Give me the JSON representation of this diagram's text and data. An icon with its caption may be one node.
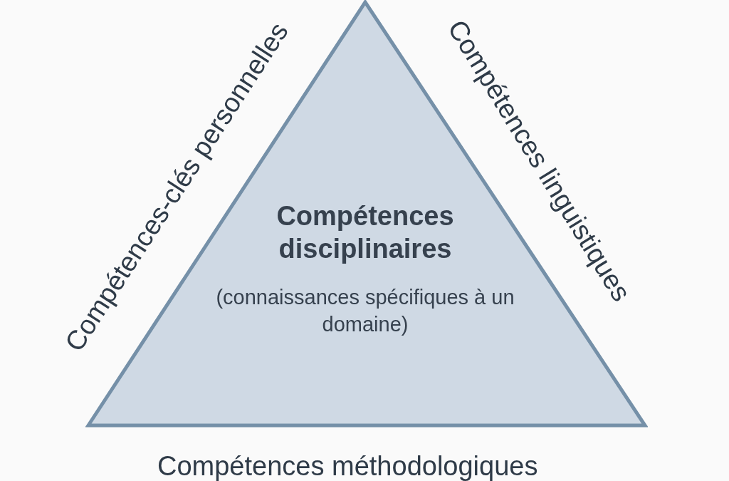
{
  "diagram": {
    "nodes": [
      {
        "text": [
          "Compétences disciplinaires",
          "(connaissances spécifiques à un domaine)"
        ]
      }
    ],
    "labels": [
      "Compétences-clés personnelles",
      "Compétences linguistiques",
      "Compétences méthodologiques"
    ]
  }
}
